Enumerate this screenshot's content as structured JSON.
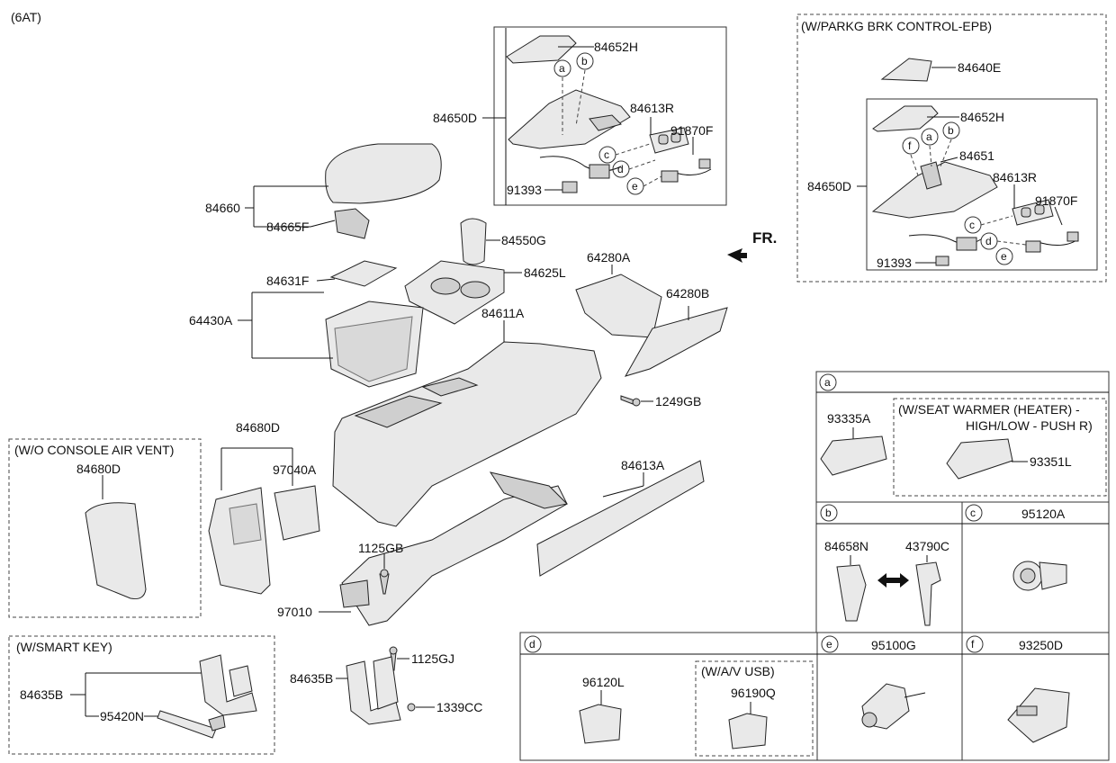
{
  "header": {
    "variant": "(6AT)"
  },
  "direction": {
    "label": "FR."
  },
  "parts": {
    "p84652H_top": "84652H",
    "p84650D_top": "84650D",
    "p84613R_top": "84613R",
    "p91870F_top": "91870F",
    "p91393_top": "91393",
    "p84660": "84660",
    "p84665F": "84665F",
    "p84550G": "84550G",
    "p84631F": "84631F",
    "p84625L": "84625L",
    "p64280A": "64280A",
    "p64280B": "64280B",
    "p64430A": "64430A",
    "p84611A": "84611A",
    "p1249GB": "1249GB",
    "p84680D": "84680D",
    "p97040A": "97040A",
    "p84613A": "84613A",
    "p1125GB": "1125GB",
    "p97010": "97010",
    "p1125GJ": "1125GJ",
    "p84635B": "84635B",
    "p1339CC": "1339CC"
  },
  "epb_box": {
    "title": "(W/PARKG BRK CONTROL-EPB)",
    "p84640E": "84640E",
    "p84652H": "84652H",
    "p84651": "84651",
    "p84650D": "84650D",
    "p84613R": "84613R",
    "p91870F": "91870F",
    "p91393": "91393"
  },
  "vent_box": {
    "title": "(W/O CONSOLE AIR VENT)",
    "part": "84680D"
  },
  "smartkey_box": {
    "title": "(W/SMART KEY)",
    "p84635B": "84635B",
    "p95420N": "95420N"
  },
  "callouts": {
    "a": "a",
    "b": "b",
    "c": "c",
    "d": "d",
    "e": "e",
    "f": "f"
  },
  "table": {
    "a_part": "93335A",
    "a_sub_title_1": "(W/SEAT WARMER (HEATER) -",
    "a_sub_title_2": "HIGH/LOW - PUSH R)",
    "a_sub_part": "93351L",
    "b_part1": "84658N",
    "b_part2": "43790C",
    "c_part": "95120A",
    "d_part": "96120L",
    "d_sub_title": "(W/A/V  USB)",
    "d_sub_part": "96190Q",
    "e_part": "95100G",
    "f_part": "93250D"
  },
  "icons": [
    "double-arrow-icon",
    "front-arrow-icon"
  ]
}
